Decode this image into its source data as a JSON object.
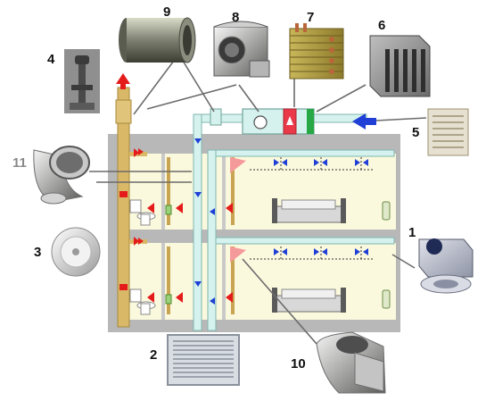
{
  "diagram": {
    "callouts": [
      {
        "id": "1",
        "text": "1",
        "component": "supply-diffuser-box"
      },
      {
        "id": "2",
        "text": "2",
        "component": "exhaust-grille"
      },
      {
        "id": "3",
        "text": "3",
        "component": "disc-valve"
      },
      {
        "id": "4",
        "text": "4",
        "component": "roof-deflector"
      },
      {
        "id": "5",
        "text": "5",
        "component": "intake-louver"
      },
      {
        "id": "6",
        "text": "6",
        "component": "bag-filter"
      },
      {
        "id": "7",
        "text": "7",
        "component": "heater-coil"
      },
      {
        "id": "8",
        "text": "8",
        "component": "centrifugal-fan"
      },
      {
        "id": "9",
        "text": "9",
        "component": "silencer"
      },
      {
        "id": "10",
        "text": "10",
        "component": "flow-diffuser"
      },
      {
        "id": "11",
        "text": "11",
        "component": "duct-elbow"
      }
    ],
    "colors": {
      "wall": "#b8b8b8",
      "room": "#fbf9dd",
      "supply_duct": "#d6f2ee",
      "exhaust_duct": "#d9b868",
      "supply_arrow": "#1f3fd6",
      "exhaust_arrow": "#e51b1b",
      "heater": "#ea3a4a"
    }
  }
}
